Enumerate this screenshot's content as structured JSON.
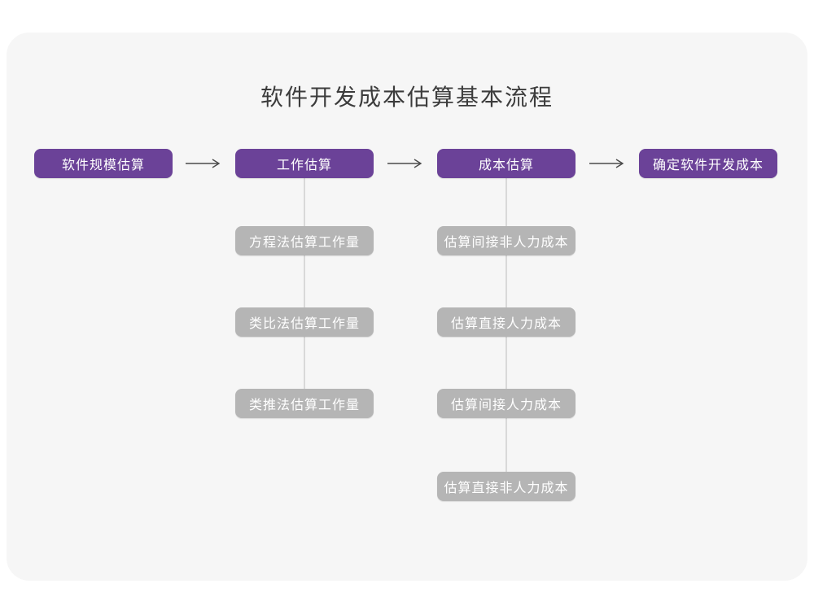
{
  "title": "软件开发成本估算基本流程",
  "colors": {
    "stage_box": "#6b4298",
    "substep_box": "#b5b5b5",
    "box_text": "#ffffff",
    "title_text": "#3c3c3c",
    "arrow": "#4a4a4a",
    "connector": "#d9d9d9",
    "card_background": "#f6f6f6",
    "page_background": "#ffffff"
  },
  "stages": [
    {
      "label": "软件规模估算",
      "substeps": []
    },
    {
      "label": "工作估算",
      "substeps": [
        "方程法估算工作量",
        "类比法估算工作量",
        "类推法估算工作量"
      ]
    },
    {
      "label": "成本估算",
      "substeps": [
        "估算间接非人力成本",
        "估算直接人力成本",
        "估算间接人力成本",
        "估算直接非人力成本"
      ]
    },
    {
      "label": "确定软件开发成本",
      "substeps": []
    }
  ]
}
